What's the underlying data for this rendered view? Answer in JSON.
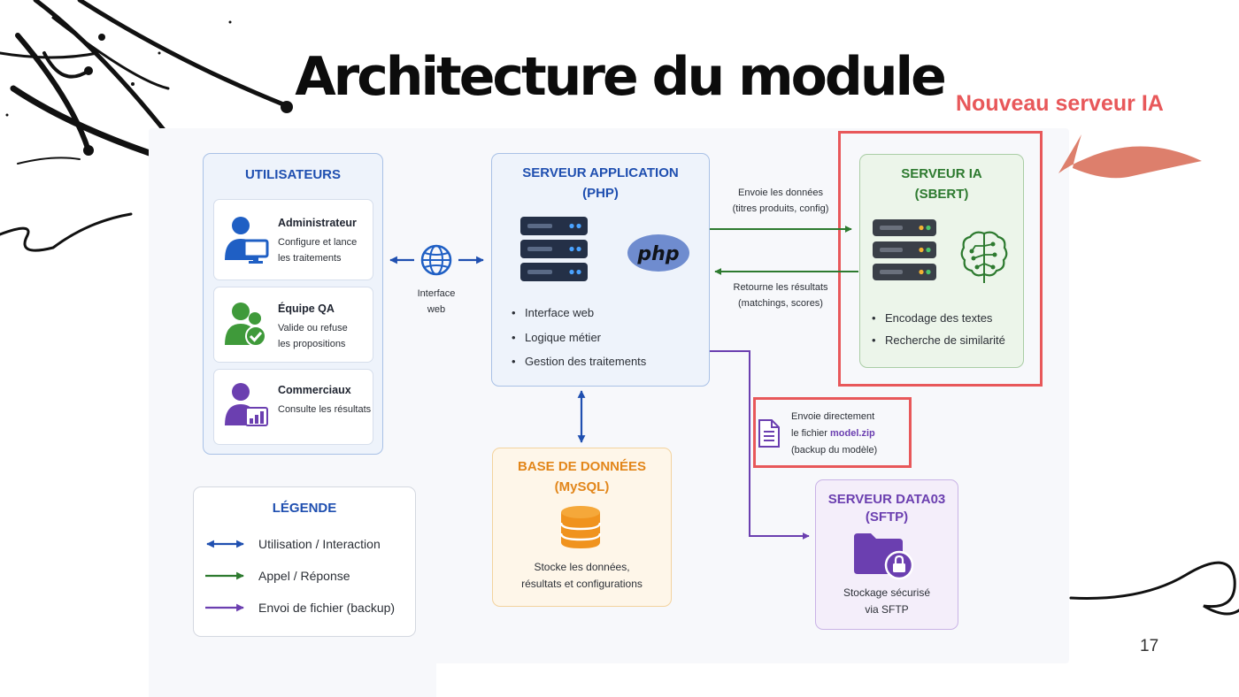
{
  "slide": {
    "title": "Architecture du module",
    "callout_title": "Nouveau serveur IA",
    "page_number": "17"
  },
  "users": {
    "title": "UTILISATEURS",
    "items": [
      {
        "name": "Administrateur",
        "desc_line1": "Configure et lance",
        "desc_line2": "les traitements",
        "icon": "admin-computer-icon"
      },
      {
        "name": "Équipe QA",
        "desc_line1": "Valide ou refuse",
        "desc_line2": "les propositions",
        "icon": "qa-team-check-icon"
      },
      {
        "name": "Commerciaux",
        "desc_line1": "Consulte les résultats",
        "desc_line2": "",
        "icon": "sales-chart-icon"
      }
    ]
  },
  "interface": {
    "line1": "Interface",
    "line2": "web",
    "icon": "globe-icon"
  },
  "app_server": {
    "title_line1": "SERVEUR APPLICATION",
    "title_line2": "(PHP)",
    "logo_text": "php",
    "bullets": [
      "Interface web",
      "Logique métier",
      "Gestion des traitements"
    ]
  },
  "flow_out": {
    "line1": "Envoie les données",
    "line2": "(titres produits, config)"
  },
  "flow_back": {
    "line1": "Retourne les résultats",
    "line2": "(matchings, scores)"
  },
  "ia_server": {
    "title_line1": "SERVEUR IA",
    "title_line2": "(SBERT)",
    "icon": "brain-circuit-icon",
    "bullets": [
      "Encodage des textes",
      "Recherche de similarité"
    ]
  },
  "file_transfer": {
    "line1": "Envoie directement",
    "line2_prefix": "le fichier ",
    "line2_file": "model.zip",
    "line3": "(backup du modèle)",
    "icon": "document-icon"
  },
  "database": {
    "title_line1": "BASE DE DONNÉES",
    "title_line2": "(MySQL)",
    "desc_line1": "Stocke les données,",
    "desc_line2": "résultats et configurations",
    "icon": "database-icon"
  },
  "data_server": {
    "title_line1": "SERVEUR DATA03",
    "title_line2": "(SFTP)",
    "desc_line1": "Stockage sécurisé",
    "desc_line2": "via SFTP",
    "icon": "locked-folder-icon"
  },
  "legend": {
    "title": "LÉGENDE",
    "items": [
      {
        "label": "Utilisation / Interaction",
        "color": "#1f4fb0"
      },
      {
        "label": "Appel / Réponse",
        "color": "#2d7a2f"
      },
      {
        "label": "Envoi de fichier (backup)",
        "color": "#6b3fb0"
      }
    ]
  },
  "colors": {
    "blue": "#1f4fb0",
    "green": "#2d7a2f",
    "orange": "#e2861a",
    "purple": "#6b3fb0",
    "highlight_red": "#e8585a",
    "callout_arrow": "#dd7f6c"
  }
}
